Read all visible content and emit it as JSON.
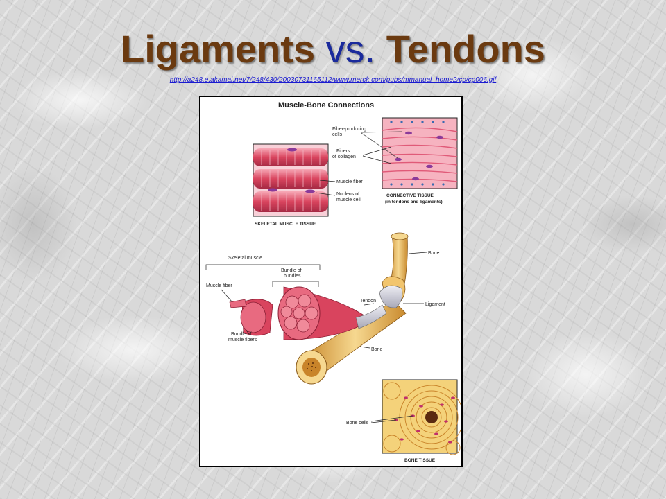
{
  "slide": {
    "title_part1": "Ligaments",
    "title_part2": "vs.",
    "title_part3": "Tendons",
    "source_url": "http://a248.e.akamai.net/7/248/430/20030731165112/www.merck.com/pubs/mmanual_home2/cp/cp006.gif"
  },
  "figure": {
    "heading": "Muscle-Bone Connections",
    "labels": {
      "fiber_producing": "Fiber-producing",
      "cells": "cells",
      "fibers": "Fibers",
      "of_collagen": "of collagen",
      "muscle_fiber_top": "Muscle fiber",
      "nucleus_of": "Nucleus of",
      "muscle_cell": "muscle cell",
      "connective_tissue": "CONNECTIVE TISSUE",
      "in_tendons": "(in tendons and ligaments)",
      "skeletal_tissue": "SKELETAL MUSCLE TISSUE",
      "skeletal_muscle": "Skeletal muscle",
      "bundle_of": "Bundle of",
      "bundles": "bundles",
      "muscle_fiber_left": "Muscle fiber",
      "bundle_of_muscle": "Bundle of",
      "muscle_fibers": "muscle fibers",
      "bone_top": "Bone",
      "tendon": "Tendon",
      "ligament": "Ligament",
      "bone_mid": "Bone",
      "bone_cells": "Bone cells",
      "bone_tissue": "BONE TISSUE"
    },
    "colors": {
      "muscle": "#d9445e",
      "muscle_light": "#f08a9a",
      "bone": "#e8b45a",
      "bone_light": "#f6d890",
      "connective": "#f28aa0",
      "tendon": "#c8c8d4"
    }
  }
}
